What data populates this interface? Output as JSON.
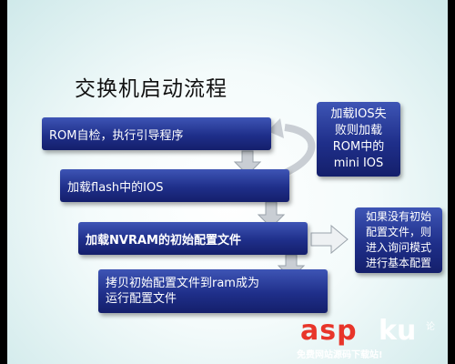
{
  "title": "交换机启动流程",
  "steps": [
    "ROM自检，执行引导程序",
    "加载flash中的IOS",
    "加载NVRAM的初始配置文件",
    "拷贝初始配置文件到ram成为\n运行配置文件"
  ],
  "side_boxes": {
    "rom_fallback": "加载IOS失\n败则加载\nROM中的\nmini IOS",
    "no_config": "如果没有初始\n配置文件，则\n进入询问模式\n进行基本配置"
  },
  "watermark": {
    "brand_red": "asp",
    "brand_white": "ku",
    "small": "论",
    "tagline": "免费网站源码下载站!"
  },
  "colors": {
    "box_blue": "#1f2f8a",
    "arrow_gray": "#c9ced4",
    "watermark_red": "#e8352a"
  }
}
